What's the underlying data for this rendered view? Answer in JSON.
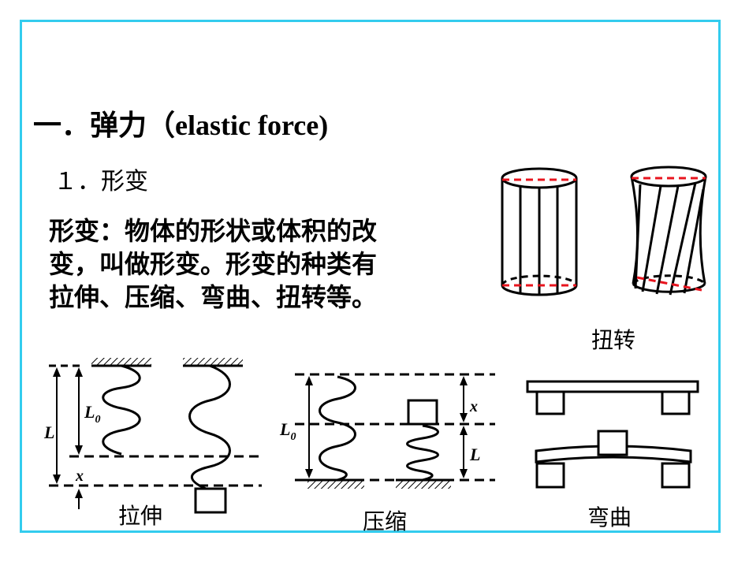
{
  "title": {
    "prefix": "一．弹力（",
    "english": "elastic force)"
  },
  "subtitle": "１．形变",
  "definition": [
    "形变：物体的形状或体积的改",
    "变，叫做形变。形变的种类有",
    "拉伸、压缩、弯曲、扭转等。"
  ],
  "captions": {
    "torsion": "扭转",
    "stretch": "拉伸",
    "compress": "压缩",
    "bend": "弯曲"
  },
  "symbols": {
    "L": "L",
    "L0": "L",
    "L0_sub": "0",
    "x": "x"
  },
  "colors": {
    "frame": "#33ccee",
    "dashed_marker": "#e8141e"
  }
}
